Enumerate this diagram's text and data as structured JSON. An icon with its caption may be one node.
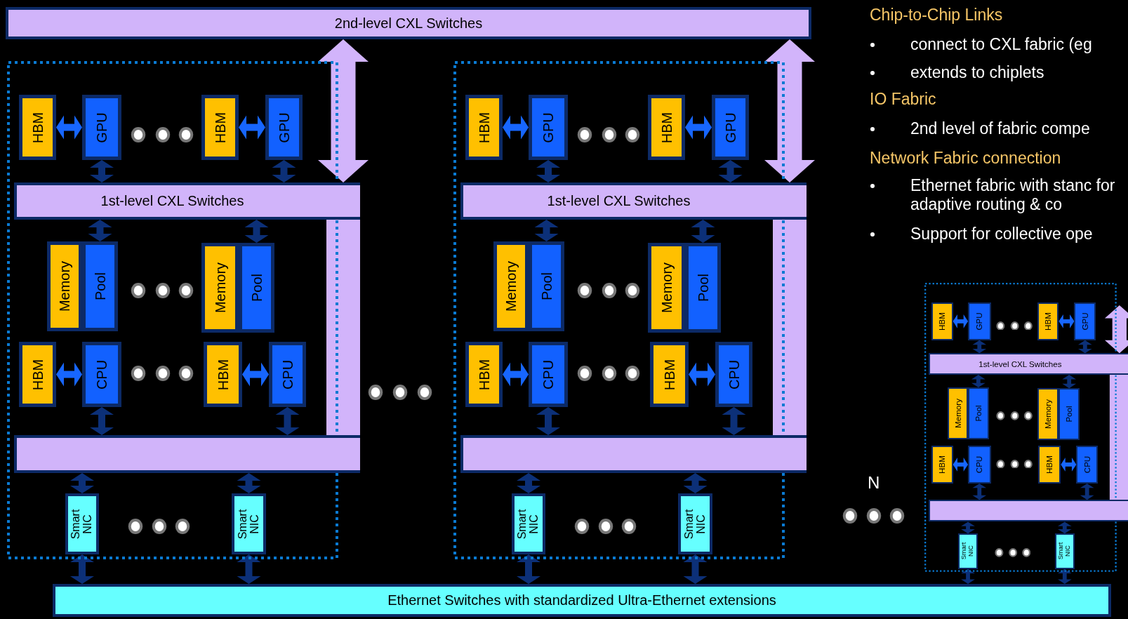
{
  "diagram": {
    "nodes": [
      {
        "text": [
          "2nd-level CXL Switches"
        ]
      },
      {
        "text": [],
        "shape": "box"
      },
      {
        "text": [
          "HBM"
        ],
        "in": 1
      },
      {
        "text": [
          "GPU"
        ],
        "in": 1
      },
      {
        "text": [
          "HBM"
        ],
        "in": 1
      },
      {
        "text": [
          "GPU"
        ],
        "in": 1
      },
      {
        "text": [
          "1st-level CXL Switches"
        ]
      },
      {
        "text": [
          "Memory"
        ],
        "in": 1
      },
      {
        "text": [
          "Pool"
        ],
        "in": 1
      },
      {
        "text": [
          "Memory"
        ],
        "in": 1
      },
      {
        "text": [
          "Pool"
        ],
        "in": 1
      },
      {
        "text": [
          "HBM"
        ],
        "in": 1
      },
      {
        "text": [
          "CPU"
        ],
        "in": 1
      },
      {
        "text": [
          "HBM"
        ],
        "in": 1
      },
      {
        "text": [
          "CPU"
        ],
        "in": 1
      },
      {
        "text": [],
        "shape": "bar"
      },
      {
        "text": [
          "Smart NIC"
        ],
        "in": 1
      },
      {
        "text": [
          "Smart NIC"
        ],
        "in": 1
      },
      {
        "text": [],
        "shape": "box"
      },
      {
        "text": [
          "HBM"
        ],
        "in": 18
      },
      {
        "text": [
          "GPU"
        ],
        "in": 18
      },
      {
        "text": [
          "HBM"
        ],
        "in": 18
      },
      {
        "text": [
          "GPU"
        ],
        "in": 18
      },
      {
        "text": [
          "1st-level CXL Switches"
        ]
      },
      {
        "text": [
          "Memory"
        ],
        "in": 18
      },
      {
        "text": [
          "Pool"
        ],
        "in": 18
      },
      {
        "text": [
          "Memory"
        ],
        "in": 18
      },
      {
        "text": [
          "Pool"
        ],
        "in": 18
      },
      {
        "text": [
          "HBM"
        ],
        "in": 18
      },
      {
        "text": [
          "CPU"
        ],
        "in": 18
      },
      {
        "text": [
          "HBM"
        ],
        "in": 18
      },
      {
        "text": [
          "CPU"
        ],
        "in": 18
      },
      {
        "text": [],
        "shape": "bar"
      },
      {
        "text": [
          "Smart NIC"
        ],
        "in": 18
      },
      {
        "text": [
          "Smart NIC"
        ],
        "in": 18
      },
      {
        "text": [],
        "shape": "box"
      },
      {
        "text": [
          "HBM"
        ],
        "in": 35
      },
      {
        "text": [
          "GPU"
        ],
        "in": 35
      },
      {
        "text": [
          "HBM"
        ],
        "in": 35
      },
      {
        "text": [
          "GPU"
        ],
        "in": 35
      },
      {
        "text": [
          "1st-level CXL Switches"
        ]
      },
      {
        "text": [
          "Memory"
        ],
        "in": 35
      },
      {
        "text": [
          "Pool"
        ],
        "in": 35
      },
      {
        "text": [
          "Memory"
        ],
        "in": 35
      },
      {
        "text": [
          "Pool"
        ],
        "in": 35
      },
      {
        "text": [
          "HBM"
        ],
        "in": 35
      },
      {
        "text": [
          "CPU"
        ],
        "in": 35
      },
      {
        "text": [
          "HBM"
        ],
        "in": 35
      },
      {
        "text": [
          "CPU"
        ],
        "in": 35
      },
      {
        "text": [],
        "shape": "bar"
      },
      {
        "text": [
          "Smart NIC"
        ],
        "in": 35
      },
      {
        "text": [
          "Smart NIC"
        ],
        "in": 35
      },
      {
        "text": [
          "Ethernet Switches with standardized Ultra-Ethernet extensions"
        ]
      }
    ],
    "edges": [
      {
        "from": 2,
        "to": 3,
        "arrow": "both",
        "color": "#1766ff"
      },
      {
        "from": 4,
        "to": 5,
        "arrow": "both",
        "color": "#1766ff"
      },
      {
        "from": 11,
        "to": 12,
        "arrow": "both",
        "color": "#1766ff"
      },
      {
        "from": 13,
        "to": 14,
        "arrow": "both",
        "color": "#1766ff"
      },
      {
        "from": 3,
        "to": 6,
        "arrow": "both"
      },
      {
        "from": 5,
        "to": 6,
        "arrow": "both"
      },
      {
        "from": 6,
        "to": 8,
        "arrow": "both"
      },
      {
        "from": 6,
        "to": 10,
        "arrow": "both"
      },
      {
        "from": 12,
        "to": 15,
        "arrow": "both"
      },
      {
        "from": 14,
        "to": 15,
        "arrow": "both"
      },
      {
        "from": 15,
        "to": 16,
        "arrow": "both"
      },
      {
        "from": 15,
        "to": 17,
        "arrow": "both"
      },
      {
        "from": 16,
        "to": 52,
        "arrow": "both"
      },
      {
        "from": 17,
        "to": 52,
        "arrow": "both"
      },
      {
        "from": 6,
        "to": 15,
        "arrow": "none",
        "style": "thick",
        "color": "#d2b4fb"
      },
      {
        "from": 6,
        "to": 0,
        "arrow": "both",
        "style": "thick",
        "color": "#d2b4fb"
      },
      {
        "from": 19,
        "to": 20,
        "arrow": "both",
        "color": "#1766ff"
      },
      {
        "from": 21,
        "to": 22,
        "arrow": "both",
        "color": "#1766ff"
      },
      {
        "from": 28,
        "to": 29,
        "arrow": "both",
        "color": "#1766ff"
      },
      {
        "from": 30,
        "to": 31,
        "arrow": "both",
        "color": "#1766ff"
      },
      {
        "from": 20,
        "to": 23,
        "arrow": "both"
      },
      {
        "from": 22,
        "to": 23,
        "arrow": "both"
      },
      {
        "from": 23,
        "to": 25,
        "arrow": "both"
      },
      {
        "from": 23,
        "to": 27,
        "arrow": "both"
      },
      {
        "from": 29,
        "to": 32,
        "arrow": "both"
      },
      {
        "from": 31,
        "to": 32,
        "arrow": "both"
      },
      {
        "from": 32,
        "to": 33,
        "arrow": "both"
      },
      {
        "from": 32,
        "to": 34,
        "arrow": "both"
      },
      {
        "from": 33,
        "to": 52,
        "arrow": "both"
      },
      {
        "from": 34,
        "to": 52,
        "arrow": "both"
      },
      {
        "from": 23,
        "to": 32,
        "arrow": "none",
        "style": "thick",
        "color": "#d2b4fb"
      },
      {
        "from": 23,
        "to": 0,
        "arrow": "both",
        "style": "thick",
        "color": "#d2b4fb"
      },
      {
        "from": 36,
        "to": 37,
        "arrow": "both",
        "color": "#1766ff"
      },
      {
        "from": 38,
        "to": 39,
        "arrow": "both",
        "color": "#1766ff"
      },
      {
        "from": 45,
        "to": 46,
        "arrow": "both",
        "color": "#1766ff"
      },
      {
        "from": 47,
        "to": 48,
        "arrow": "both",
        "color": "#1766ff"
      },
      {
        "from": 37,
        "to": 40,
        "arrow": "both"
      },
      {
        "from": 39,
        "to": 40,
        "arrow": "both"
      },
      {
        "from": 40,
        "to": 42,
        "arrow": "both"
      },
      {
        "from": 40,
        "to": 44,
        "arrow": "both"
      },
      {
        "from": 46,
        "to": 49,
        "arrow": "both"
      },
      {
        "from": 48,
        "to": 49,
        "arrow": "both"
      },
      {
        "from": 49,
        "to": 50,
        "arrow": "both"
      },
      {
        "from": 49,
        "to": 51,
        "arrow": "both"
      },
      {
        "from": 50,
        "to": 52,
        "arrow": "both"
      },
      {
        "from": 51,
        "to": 52,
        "arrow": "both"
      },
      {
        "from": 40,
        "to": 49,
        "arrow": "none",
        "style": "thick",
        "color": "#d2b4fb"
      },
      {
        "from": null,
        "to": 40,
        "arrow": "both",
        "style": "thick",
        "color": "#d2b4fb"
      }
    ],
    "labels": [
      "Chip-to-Chip Links",
      "connect to CXL fabric (eg",
      "extends to chiplets",
      "IO Fabric",
      "2nd level of fabric compe",
      "Network Fabric connection",
      "Ethernet fabric with stanc for adaptive routing & co",
      "Support for collective ope",
      "N"
    ]
  }
}
